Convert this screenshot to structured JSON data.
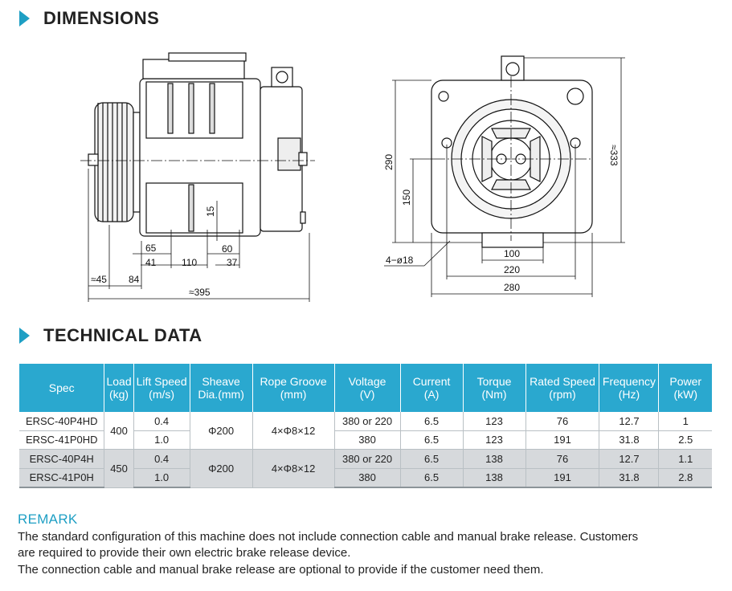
{
  "dimensions": {
    "title": "DIMENSIONS",
    "side_view_labels": {
      "d65": "65",
      "d41": "41",
      "d110": "110",
      "d60": "60",
      "d37": "37",
      "d15": "15",
      "d45": "≈45",
      "d84": "84",
      "d395": "≈395"
    },
    "front_view_labels": {
      "d290": "290",
      "d150": "150",
      "d333": "≈333",
      "holes": "4−ø18",
      "d100": "100",
      "d220": "220",
      "d280": "280"
    }
  },
  "technical": {
    "title": "TECHNICAL DATA",
    "headers": [
      {
        "l1": "Spec",
        "l2": ""
      },
      {
        "l1": "Load",
        "l2": "(kg)"
      },
      {
        "l1": "Lift Speed",
        "l2": "(m/s)"
      },
      {
        "l1": "Sheave",
        "l2": "Dia.(mm)"
      },
      {
        "l1": "Rope Groove",
        "l2": "(mm)"
      },
      {
        "l1": "Voltage",
        "l2": "(V)"
      },
      {
        "l1": "Current",
        "l2": "(A)"
      },
      {
        "l1": "Torque",
        "l2": "(Nm)"
      },
      {
        "l1": "Rated Speed",
        "l2": "(rpm)"
      },
      {
        "l1": "Frequency",
        "l2": "(Hz)"
      },
      {
        "l1": "Power",
        "l2": "(kW)"
      }
    ],
    "groups": [
      {
        "load": "400",
        "sheave": "Φ200",
        "groove": "4×Φ8×12",
        "rows": [
          {
            "spec": "ERSC-40P4HD",
            "speed": "0.4",
            "voltage": "380 or 220",
            "current": "6.5",
            "torque": "123",
            "rpm": "76",
            "freq": "12.7",
            "power": "1"
          },
          {
            "spec": "ERSC-41P0HD",
            "speed": "1.0",
            "voltage": "380",
            "current": "6.5",
            "torque": "123",
            "rpm": "191",
            "freq": "31.8",
            "power": "2.5"
          }
        ]
      },
      {
        "load": "450",
        "sheave": "Φ200",
        "groove": "4×Φ8×12",
        "rows": [
          {
            "spec": "ERSC-40P4H",
            "speed": "0.4",
            "voltage": "380 or 220",
            "current": "6.5",
            "torque": "138",
            "rpm": "76",
            "freq": "12.7",
            "power": "1.1"
          },
          {
            "spec": "ERSC-41P0H",
            "speed": "1.0",
            "voltage": "380",
            "current": "6.5",
            "torque": "138",
            "rpm": "191",
            "freq": "31.8",
            "power": "2.8"
          }
        ]
      }
    ]
  },
  "remark": {
    "title": "REMARK",
    "line1": "The standard configuration of this machine does not include connection cable and manual brake release. Customers",
    "line2": "are required to provide their own electric brake release device.",
    "line3": "The connection cable and manual brake release are optional to provide if the customer need them."
  },
  "colors": {
    "accent": "#1e9fc4",
    "header_bg": "#2aa8cf",
    "row_alt": "#d6d9dc"
  }
}
